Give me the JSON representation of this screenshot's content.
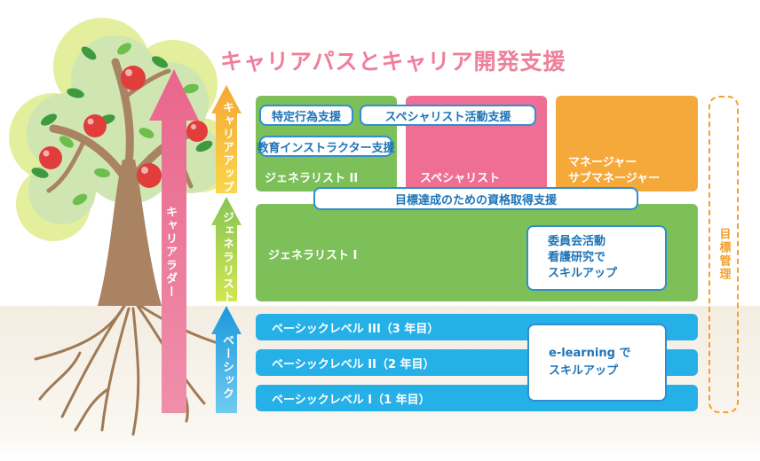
{
  "title": "キャリアパスとキャリア開発支援",
  "arrows": {
    "career_ladder": "キャリアラダー",
    "basic": "ベーシック",
    "generalist": "ジェネラリスト",
    "career_up": "キャリアアップ"
  },
  "boxes": {
    "generalist2": "ジェネラリスト II",
    "specialist": "スペシャリスト",
    "manager": "マネージャー",
    "sub_manager": "サブマネージャー",
    "generalist1": "ジェネラリスト I"
  },
  "chips": {
    "tokutei": "特定行為支援",
    "specialist_activity": "スペシャリスト活動支援",
    "instructor": "教育インストラクター支援",
    "qualification": "目標達成のための資格取得支援",
    "skillup_lines": [
      "委員会活動",
      "看護研究で",
      "スキルアップ"
    ],
    "elearning_lines": [
      "e-learning で",
      "スキルアップ"
    ]
  },
  "basic_rows": [
    "ベーシックレベル III（3 年目）",
    "ベーシックレベル II（2 年目）",
    "ベーシックレベル I（1 年目）"
  ],
  "goal_management": "目標管理",
  "colors": {
    "title_pink": "#ef7f9b",
    "green": "#7dc05a",
    "pink": "#ee6f93",
    "orange": "#f6a93b",
    "blue": "#25b0e8",
    "goal_orange": "#f3a02e"
  }
}
